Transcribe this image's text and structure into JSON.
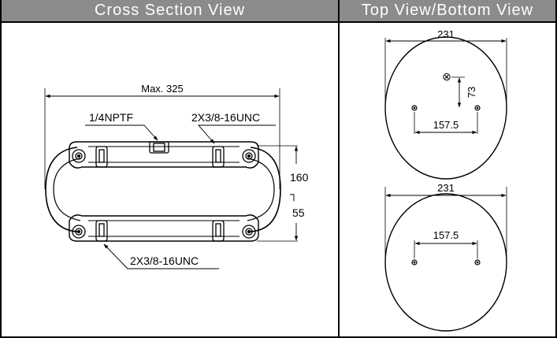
{
  "panels": {
    "cross_section_title": "Cross Section View",
    "top_bottom_title": "Top View/Bottom View"
  },
  "cross_section": {
    "max_width_label": "Max. 325",
    "port_label": "1/4NPTF",
    "top_studs_label": "2X3/8-16UNC",
    "bottom_studs_label": "2X3/8-16UNC",
    "max_height_label": "160",
    "min_height_label": "55",
    "height_symbol": "┐"
  },
  "top_view": {
    "diameter_label": "231",
    "offset_label": "73",
    "stud_spacing_label": "157.5",
    "port_symbol": "⊗"
  },
  "bottom_view": {
    "diameter_label": "231",
    "stud_spacing_label": "157.5"
  }
}
